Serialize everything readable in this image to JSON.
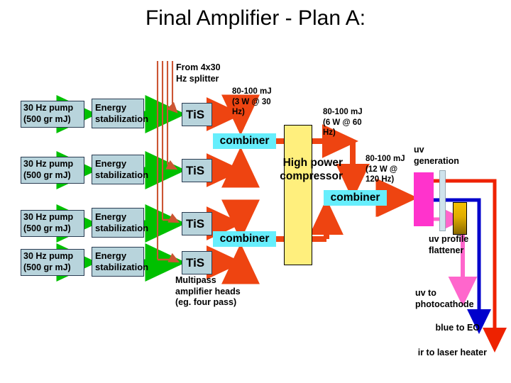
{
  "title": "Final Amplifier - Plan A:",
  "colors": {
    "box_fill": "#b8d4dc",
    "box_border": "#2a3c52",
    "combiner_fill": "#66eefc",
    "compressor_fill": "#ffef7d",
    "uv_gen_fill": "#ff33cc",
    "flattener_fill": "#e0ad00",
    "green_arrow": "#00c000",
    "orange_arrow": "#ee4411",
    "splitter_line": "#cc5533",
    "red_line": "#ee2200",
    "blue_line": "#0000cc",
    "pink_line": "#ff66cc"
  },
  "splitter": {
    "label": "From 4x30\nHz splitter",
    "line_count": 4
  },
  "channels": [
    {
      "pump": "30 Hz pump\n(500 gr mJ)",
      "stabilization": "Energy\nstabilization",
      "amplifier": "TiS"
    },
    {
      "pump": "30 Hz pump\n(500 gr mJ)",
      "stabilization": "Energy\nstabilization",
      "amplifier": "TiS"
    },
    {
      "pump": "30 Hz pump\n(500 gr mJ)",
      "stabilization": "Energy\nstabilization",
      "amplifier": "TiS"
    },
    {
      "pump": "30 Hz pump\n(500 gr mJ)",
      "stabilization": "Energy\nstabilization",
      "amplifier": "TiS"
    }
  ],
  "combiners": {
    "top": "combiner",
    "bottom": "combiner",
    "final": "combiner"
  },
  "annotations": {
    "out_30hz": "80-100 mJ\n(3 W @ 30\nHz)",
    "out_60hz": "80-100 mJ\n(6 W @ 60\nHz)",
    "out_120hz": "80-100 mJ\n(12 W @\n120 Hz)",
    "compressor": "High power\ncompressor",
    "multipass": "Multipass\namplifier heads\n(eg. four pass)",
    "uv_generation": "uv\ngeneration",
    "uv_profile_flattener": "uv profile\nflattener",
    "uv_to_photocathode": "uv to\nphotocathode",
    "blue_to_eo": "blue to EO",
    "ir_to_laser_heater": "ir to laser heater"
  },
  "icons": {
    "green_arrow": "green-arrow-icon",
    "orange_arrow": "orange-arrow-icon",
    "down_arrow": "down-arrow-icon",
    "up_arrow": "up-arrow-icon"
  }
}
